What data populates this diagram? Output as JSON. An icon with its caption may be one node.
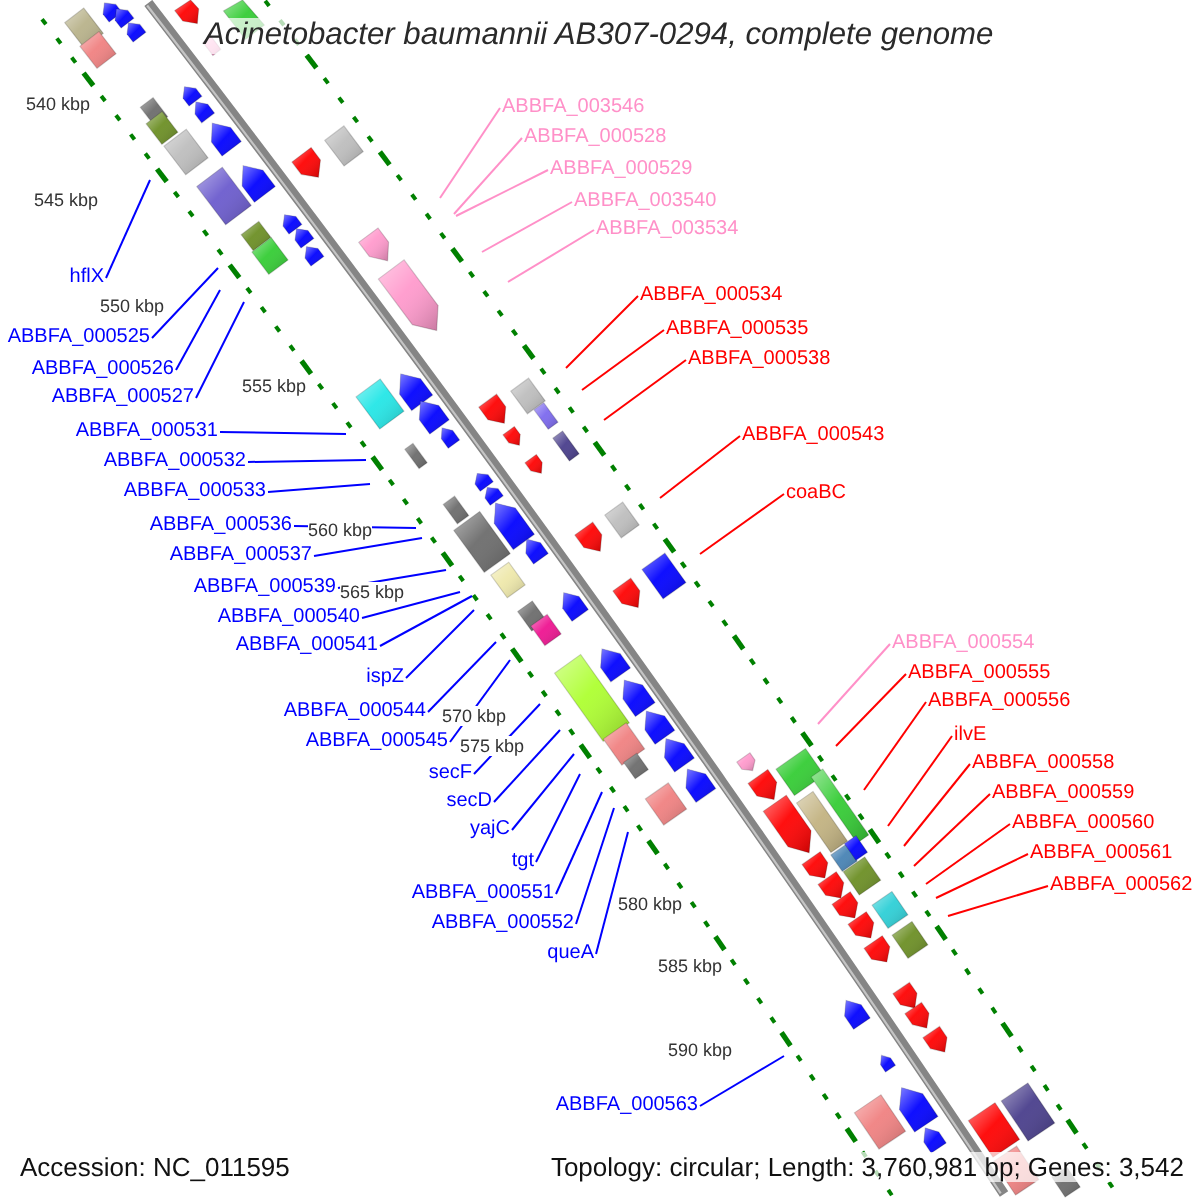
{
  "diagram": {
    "title": "Acinetobacter baumannii AB307-0294, complete genome",
    "nodes": [
      {
        "text": [
          "ABBFA_003546"
        ]
      },
      {
        "text": [
          "ABBFA_000528"
        ]
      },
      {
        "text": [
          "ABBFA_000529"
        ]
      },
      {
        "text": [
          "ABBFA_003540"
        ]
      },
      {
        "text": [
          "ABBFA_003534"
        ]
      },
      {
        "text": [
          "hflX"
        ]
      },
      {
        "text": [
          "ABBFA_000534"
        ]
      },
      {
        "text": [
          "ABBFA_000535"
        ]
      },
      {
        "text": [
          "ABBFA_000525"
        ]
      },
      {
        "text": [
          "ABBFA_000538"
        ]
      },
      {
        "text": [
          "ABBFA_000526"
        ]
      },
      {
        "text": [
          "ABBFA_000527"
        ]
      },
      {
        "text": [
          "ABBFA_000531"
        ]
      },
      {
        "text": [
          "ABBFA_000543"
        ]
      },
      {
        "text": [
          "ABBFA_000532"
        ]
      },
      {
        "text": [
          "ABBFA_000533"
        ]
      },
      {
        "text": [
          "coaBC"
        ]
      },
      {
        "text": [
          "ABBFA_000536"
        ]
      },
      {
        "text": [
          "ABBFA_000537"
        ]
      },
      {
        "text": [
          "ABBFA_000539"
        ]
      },
      {
        "text": [
          "ABBFA_000540"
        ]
      },
      {
        "text": [
          "ABBFA_000554"
        ]
      },
      {
        "text": [
          "ABBFA_000541"
        ]
      },
      {
        "text": [
          "ABBFA_000555"
        ]
      },
      {
        "text": [
          "ispZ"
        ]
      },
      {
        "text": [
          "ABBFA_000556"
        ]
      },
      {
        "text": [
          "ABBFA_000544"
        ]
      },
      {
        "text": [
          "ilvE"
        ]
      },
      {
        "text": [
          "ABBFA_000545"
        ]
      },
      {
        "text": [
          "ABBFA_000558"
        ]
      },
      {
        "text": [
          "secF"
        ]
      },
      {
        "text": [
          "ABBFA_000559"
        ]
      },
      {
        "text": [
          "secD"
        ]
      },
      {
        "text": [
          "ABBFA_000560"
        ]
      },
      {
        "text": [
          "yajC"
        ]
      },
      {
        "text": [
          "ABBFA_000561"
        ]
      },
      {
        "text": [
          "tgt"
        ]
      },
      {
        "text": [
          "ABBFA_000562"
        ]
      },
      {
        "text": [
          "ABBFA_000551"
        ]
      },
      {
        "text": [
          "ABBFA_000552"
        ]
      },
      {
        "text": [
          "queA"
        ]
      },
      {
        "text": [
          "ABBFA_000563"
        ]
      }
    ],
    "edges": [
      {
        "from": 0,
        "to": null,
        "arrow": "none",
        "color": "#ff90c8"
      },
      {
        "from": 1,
        "to": null,
        "arrow": "none",
        "color": "#ff90c8"
      },
      {
        "from": 2,
        "to": null,
        "arrow": "none",
        "color": "#ff90c8"
      },
      {
        "from": 3,
        "to": null,
        "arrow": "none",
        "color": "#ff90c8"
      },
      {
        "from": 4,
        "to": null,
        "arrow": "none",
        "color": "#ff90c8"
      },
      {
        "from": 5,
        "to": null,
        "arrow": "none"
      },
      {
        "from": 6,
        "to": null,
        "arrow": "none",
        "color": "#ff0000"
      },
      {
        "from": 7,
        "to": null,
        "arrow": "none",
        "color": "#ff0000"
      },
      {
        "from": 8,
        "to": null,
        "arrow": "none"
      },
      {
        "from": 9,
        "to": null,
        "arrow": "none",
        "color": "#ff0000"
      },
      {
        "from": 10,
        "to": null,
        "arrow": "none"
      },
      {
        "from": 11,
        "to": null,
        "arrow": "none"
      },
      {
        "from": 12,
        "to": null,
        "arrow": "none"
      },
      {
        "from": 13,
        "to": null,
        "arrow": "none",
        "color": "#ff0000"
      },
      {
        "from": 14,
        "to": null,
        "arrow": "none"
      },
      {
        "from": 15,
        "to": null,
        "arrow": "none"
      },
      {
        "from": 16,
        "to": null,
        "arrow": "none",
        "color": "#ff0000"
      },
      {
        "from": 17,
        "to": null,
        "arrow": "none"
      },
      {
        "from": 18,
        "to": null,
        "arrow": "none"
      },
      {
        "from": 19,
        "to": null,
        "arrow": "none"
      },
      {
        "from": 20,
        "to": null,
        "arrow": "none"
      },
      {
        "from": 21,
        "to": null,
        "arrow": "none",
        "color": "#ff90c8"
      },
      {
        "from": 22,
        "to": null,
        "arrow": "none"
      },
      {
        "from": 23,
        "to": null,
        "arrow": "none",
        "color": "#ff0000"
      },
      {
        "from": 24,
        "to": null,
        "arrow": "none"
      },
      {
        "from": 25,
        "to": null,
        "arrow": "none",
        "color": "#ff0000"
      },
      {
        "from": 26,
        "to": null,
        "arrow": "none"
      },
      {
        "from": 27,
        "to": null,
        "arrow": "none",
        "color": "#ff0000"
      },
      {
        "from": 28,
        "to": null,
        "arrow": "none"
      },
      {
        "from": 29,
        "to": null,
        "arrow": "none",
        "color": "#ff0000"
      },
      {
        "from": 30,
        "to": null,
        "arrow": "none"
      },
      {
        "from": 31,
        "to": null,
        "arrow": "none",
        "color": "#ff0000"
      },
      {
        "from": 32,
        "to": null,
        "arrow": "none"
      },
      {
        "from": 33,
        "to": null,
        "arrow": "none",
        "color": "#ff0000"
      },
      {
        "from": 34,
        "to": null,
        "arrow": "none"
      },
      {
        "from": 35,
        "to": null,
        "arrow": "none",
        "color": "#ff0000"
      },
      {
        "from": 36,
        "to": null,
        "arrow": "none"
      },
      {
        "from": 37,
        "to": null,
        "arrow": "none",
        "color": "#ff0000"
      },
      {
        "from": 38,
        "to": null,
        "arrow": "none"
      },
      {
        "from": 39,
        "to": null,
        "arrow": "none"
      },
      {
        "from": 40,
        "to": null,
        "arrow": "none"
      },
      {
        "from": 41,
        "to": null,
        "arrow": "none"
      }
    ],
    "labels": [
      "540 kbp",
      "545 kbp",
      "550 kbp",
      "555 kbp",
      "560 kbp",
      "565 kbp",
      "570 kbp",
      "575 kbp",
      "580 kbp",
      "585 kbp",
      "590 kbp",
      "Accession: NC_011595",
      "Topology: circular; Length: 3,760,981 bp; Genes: 3,542"
    ]
  }
}
